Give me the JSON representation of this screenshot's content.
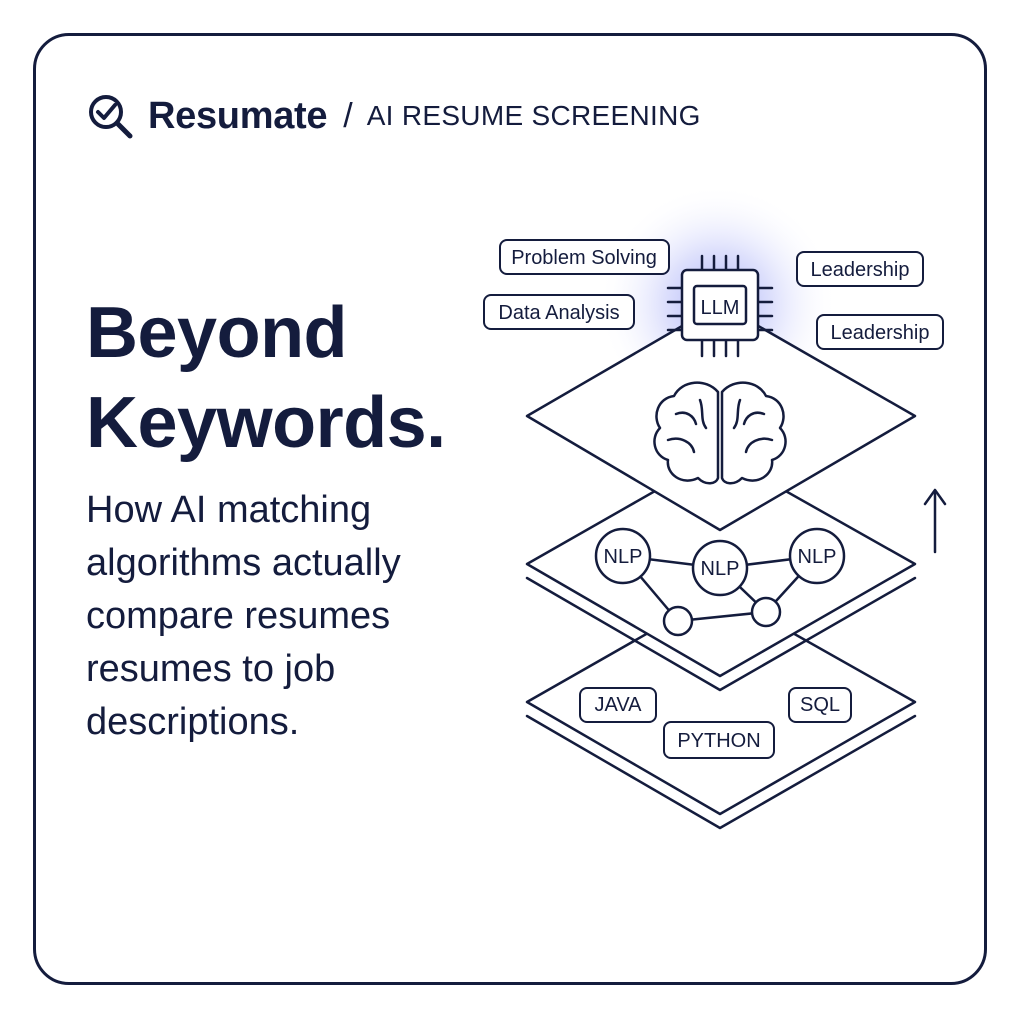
{
  "brand": {
    "icon": "magnifier-check-icon",
    "name": "Resumate",
    "separator": "/",
    "tagline": "AI RESUME SCREENING"
  },
  "headline": {
    "line1": "Beyond",
    "line2": "Keywords."
  },
  "subtitle": {
    "lines": [
      "How AI matching",
      "algorithms actually",
      "compare resumes",
      "resumes to job",
      "descriptions."
    ]
  },
  "diagram": {
    "top_layer": {
      "chip_label": "LLM",
      "chip_icon": "cpu-chip-icon",
      "brain_icon": "brain-icon",
      "tags": [
        "Problem Solving",
        "Data Analysis",
        "Leadership",
        "Leadership"
      ]
    },
    "middle_layer": {
      "nodes": [
        "NLP",
        "NLP",
        "NLP"
      ]
    },
    "bottom_layer": {
      "tags": [
        "JAVA",
        "PYTHON",
        "SQL"
      ]
    },
    "arrow_icon": "arrow-up-icon",
    "colors": {
      "ink": "#141c3d",
      "glow": "#6470f0"
    }
  }
}
